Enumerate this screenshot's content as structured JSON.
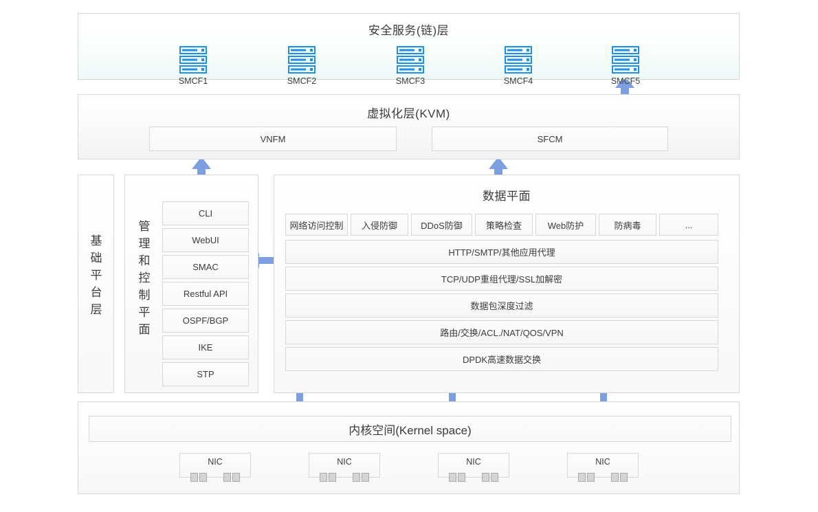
{
  "colors": {
    "arrow_blue": "#7d9fe0",
    "server_icon_blue": "#1d8fe8",
    "panel_border": "#d5d8da",
    "box_border": "#d7d7d7",
    "text": "#3b3b3b",
    "port_gray": "#d5d5d5"
  },
  "security_service_layer": {
    "title": "安全服务(链)层",
    "nodes": [
      {
        "label": "SMCF1",
        "icon": "server-icon"
      },
      {
        "label": "SMCF2",
        "icon": "server-icon"
      },
      {
        "label": "SMCF3",
        "icon": "server-icon"
      },
      {
        "label": "SMCF4",
        "icon": "server-icon"
      },
      {
        "label": "SMCF5",
        "icon": "server-icon"
      }
    ]
  },
  "virtualization_layer": {
    "title": "虚拟化层(KVM)",
    "blocks": [
      {
        "label": "VNFM"
      },
      {
        "label": "SFCM"
      }
    ],
    "connector": "arrow-right-icon"
  },
  "infrastructure_layer": {
    "label": "基础平台层"
  },
  "control_plane": {
    "label": "管理和控制平面",
    "items": [
      {
        "label": "CLI"
      },
      {
        "label": "WebUI"
      },
      {
        "label": "SMAC"
      },
      {
        "label": "Restful API"
      },
      {
        "label": "OSPF/BGP"
      },
      {
        "label": "IKE"
      },
      {
        "label": "STP"
      }
    ]
  },
  "data_plane": {
    "title": "数据平面",
    "features": [
      {
        "label": "网络访问控制"
      },
      {
        "label": "入侵防御"
      },
      {
        "label": "DDoS防御"
      },
      {
        "label": "策略检查"
      },
      {
        "label": "Web防护"
      },
      {
        "label": "防病毒"
      },
      {
        "label": "..."
      }
    ],
    "stack": [
      {
        "label": "HTTP/SMTP/其他应用代理"
      },
      {
        "label": "TCP/UDP重组代理/SSL加解密"
      },
      {
        "label": "数据包深度过滤"
      },
      {
        "label": "路由/交换/ACL./NAT/QOS/VPN"
      },
      {
        "label": "DPDK高速数据交换"
      }
    ]
  },
  "kernel_space": {
    "title": "内核空间(Kernel space)",
    "nics": [
      {
        "label": "NIC"
      },
      {
        "label": "NIC"
      },
      {
        "label": "NIC"
      },
      {
        "label": "NIC"
      }
    ]
  },
  "connectors": [
    {
      "name": "sfcm-to-smcf5-arrow",
      "direction": "up"
    },
    {
      "name": "control-plane-to-virtualization-arrow",
      "direction": "up"
    },
    {
      "name": "data-plane-to-virtualization-arrow",
      "direction": "up"
    },
    {
      "name": "control-plane-data-plane-arrow",
      "direction": "both-horizontal"
    },
    {
      "name": "data-plane-kernel-arrow-1",
      "direction": "both-vertical"
    },
    {
      "name": "data-plane-kernel-arrow-2",
      "direction": "both-vertical"
    },
    {
      "name": "data-plane-kernel-arrow-3",
      "direction": "both-vertical"
    },
    {
      "name": "vnfm-to-sfcm-arrow",
      "direction": "right"
    }
  ]
}
